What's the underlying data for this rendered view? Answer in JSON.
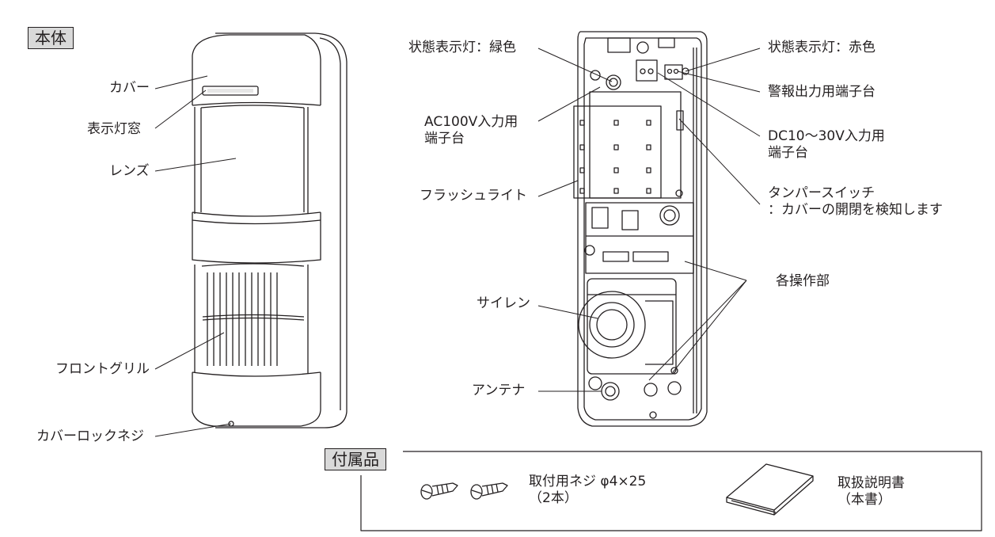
{
  "section_main": "本体",
  "section_accessories": "付属品",
  "body_labels": {
    "cover": "カバー",
    "indicator_window": "表示灯窓",
    "lens": "レンズ",
    "front_grille": "フロントグリル",
    "cover_lock_screw": "カバーロックネジ"
  },
  "internal_labels": {
    "status_led_green": "状態表示灯：緑色",
    "ac_input_line1": "AC100V入力用",
    "ac_input_line2": "端子台",
    "flash_light": "フラッシュライト",
    "siren": "サイレン",
    "antenna": "アンテナ",
    "status_led_red": "状態表示灯：赤色",
    "alarm_output_terminal": "警報出力用端子台",
    "dc_input_line1": "DC10～30V入力用",
    "dc_input_line2": "端子台",
    "tamper_line1": "タンパースイッチ",
    "tamper_line2": "：カバーの開閉を検知します",
    "controls": "各操作部"
  },
  "accessories": {
    "screw_line1": "取付用ネジ φ4×25",
    "screw_line2": "（2本）",
    "manual_line1": "取扱説明書",
    "manual_line2": "（本書）"
  }
}
